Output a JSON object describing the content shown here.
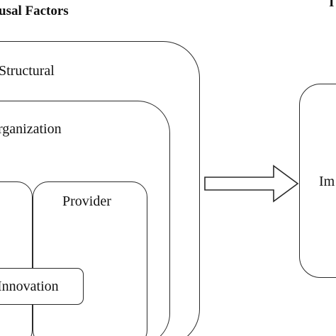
{
  "diagram": {
    "left_heading": "usal Factors",
    "right_heading_fragment": "I",
    "layers": {
      "structural": "Structural",
      "organization": "rganization",
      "provider": "Provider",
      "innovation": "Innovation"
    },
    "outcome_fragment": "Im"
  }
}
